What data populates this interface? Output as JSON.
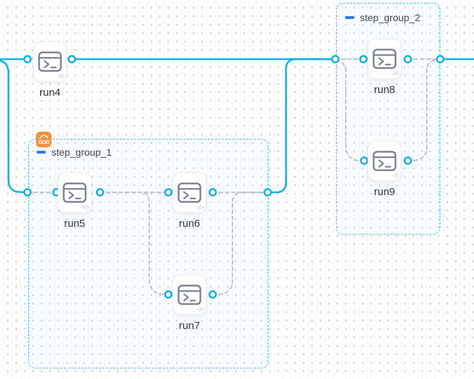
{
  "canvas": {
    "background": "#ffffff",
    "grid_dot_color": "#c6cdd6"
  },
  "palette": {
    "active_edge": "#0cb2e8",
    "group_border": "#44c7f4",
    "inactive_edge": "#b7bdc9",
    "badge_orange": "#f6923d",
    "collapse_blue": "#2e77e8",
    "node_icon_gray": "#767e8d"
  },
  "icons": {
    "code_glyph": "</>"
  },
  "nodes": [
    {
      "id": "run4",
      "label": "run4",
      "icon": "terminal-icon"
    },
    {
      "id": "run5",
      "label": "run5",
      "icon": "terminal-icon"
    },
    {
      "id": "run6",
      "label": "run6",
      "icon": "terminal-icon"
    },
    {
      "id": "run7",
      "label": "run7",
      "icon": "terminal-icon"
    },
    {
      "id": "run8",
      "label": "run8",
      "icon": "terminal-icon"
    },
    {
      "id": "run9",
      "label": "run9",
      "icon": "terminal-icon"
    }
  ],
  "groups": [
    {
      "id": "step_group_1",
      "label": "step_group_1",
      "badge": "loop-items-badge",
      "collapsed": false
    },
    {
      "id": "step_group_2",
      "label": "step_group_2",
      "collapsed": false
    }
  ],
  "edges": {
    "solid": [
      {
        "from": "offscreen-left",
        "to": "run4"
      },
      {
        "from": "offscreen-left",
        "to": "step_group_1"
      },
      {
        "from": "run4",
        "to": "step_group_2"
      },
      {
        "from": "step_group_1",
        "to": "step_group_2"
      },
      {
        "from": "step_group_2",
        "to": "offscreen-right"
      }
    ],
    "dashed": [
      {
        "from": "step_group_1.in",
        "to": "run5"
      },
      {
        "from": "run5",
        "to": "run6"
      },
      {
        "from": "run5",
        "to": "run7"
      },
      {
        "from": "run6",
        "to": "step_group_1.out"
      },
      {
        "from": "run7",
        "to": "step_group_1.out"
      },
      {
        "from": "step_group_2.in",
        "to": "run8"
      },
      {
        "from": "step_group_2.in",
        "to": "run9"
      },
      {
        "from": "run8",
        "to": "step_group_2.out"
      },
      {
        "from": "run9",
        "to": "step_group_2.out"
      }
    ]
  }
}
